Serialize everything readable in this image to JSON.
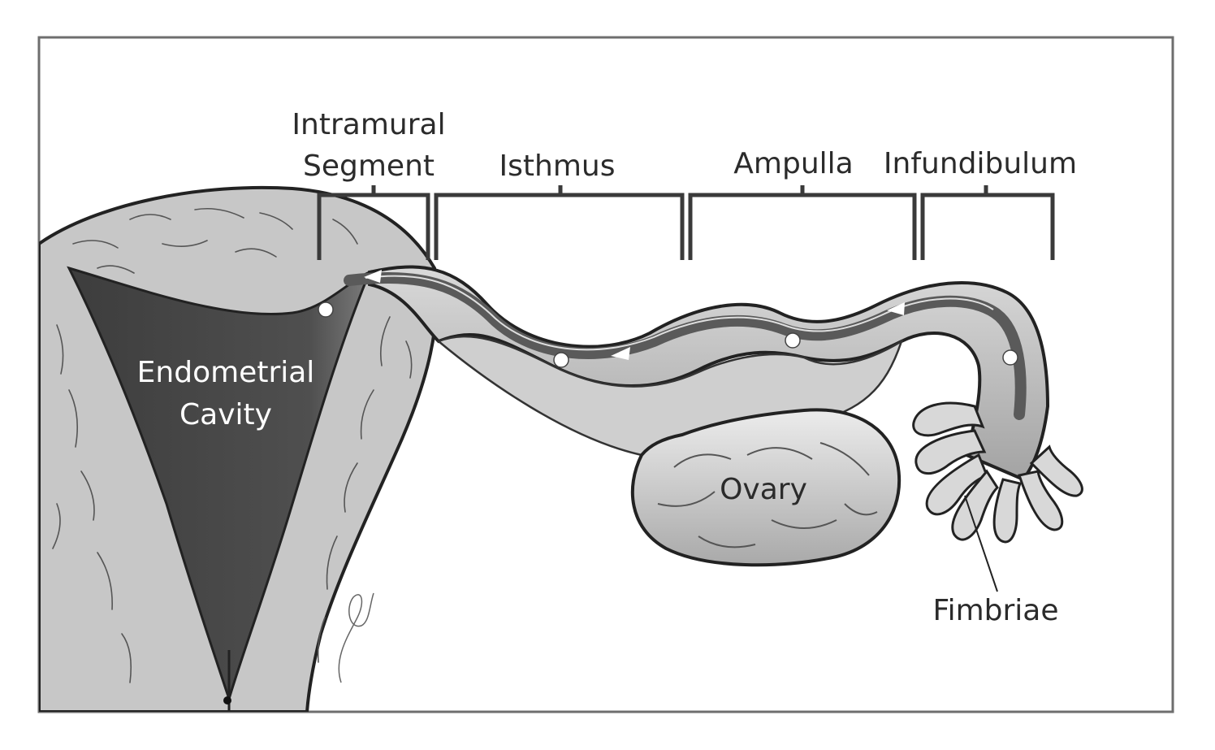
{
  "labels": {
    "intramural_line1": "Intramural",
    "intramural_line2": "Segment",
    "isthmus": "Isthmus",
    "ampulla": "Ampulla",
    "infundibulum": "Infundibulum",
    "endometrial_line1": "Endometrial",
    "endometrial_line2": "Cavity",
    "ovary": "Ovary",
    "fimbriae": "Fimbriae"
  },
  "colors": {
    "frame": "#6e6e6e",
    "cavity": "#4a4a4a",
    "tissue": "#c9c9c9",
    "tube_wall": "#bdbdbd",
    "tube_lumen": "#5a5a5a",
    "ovary": "#d6d6d6",
    "text": "#2b2b2b"
  }
}
